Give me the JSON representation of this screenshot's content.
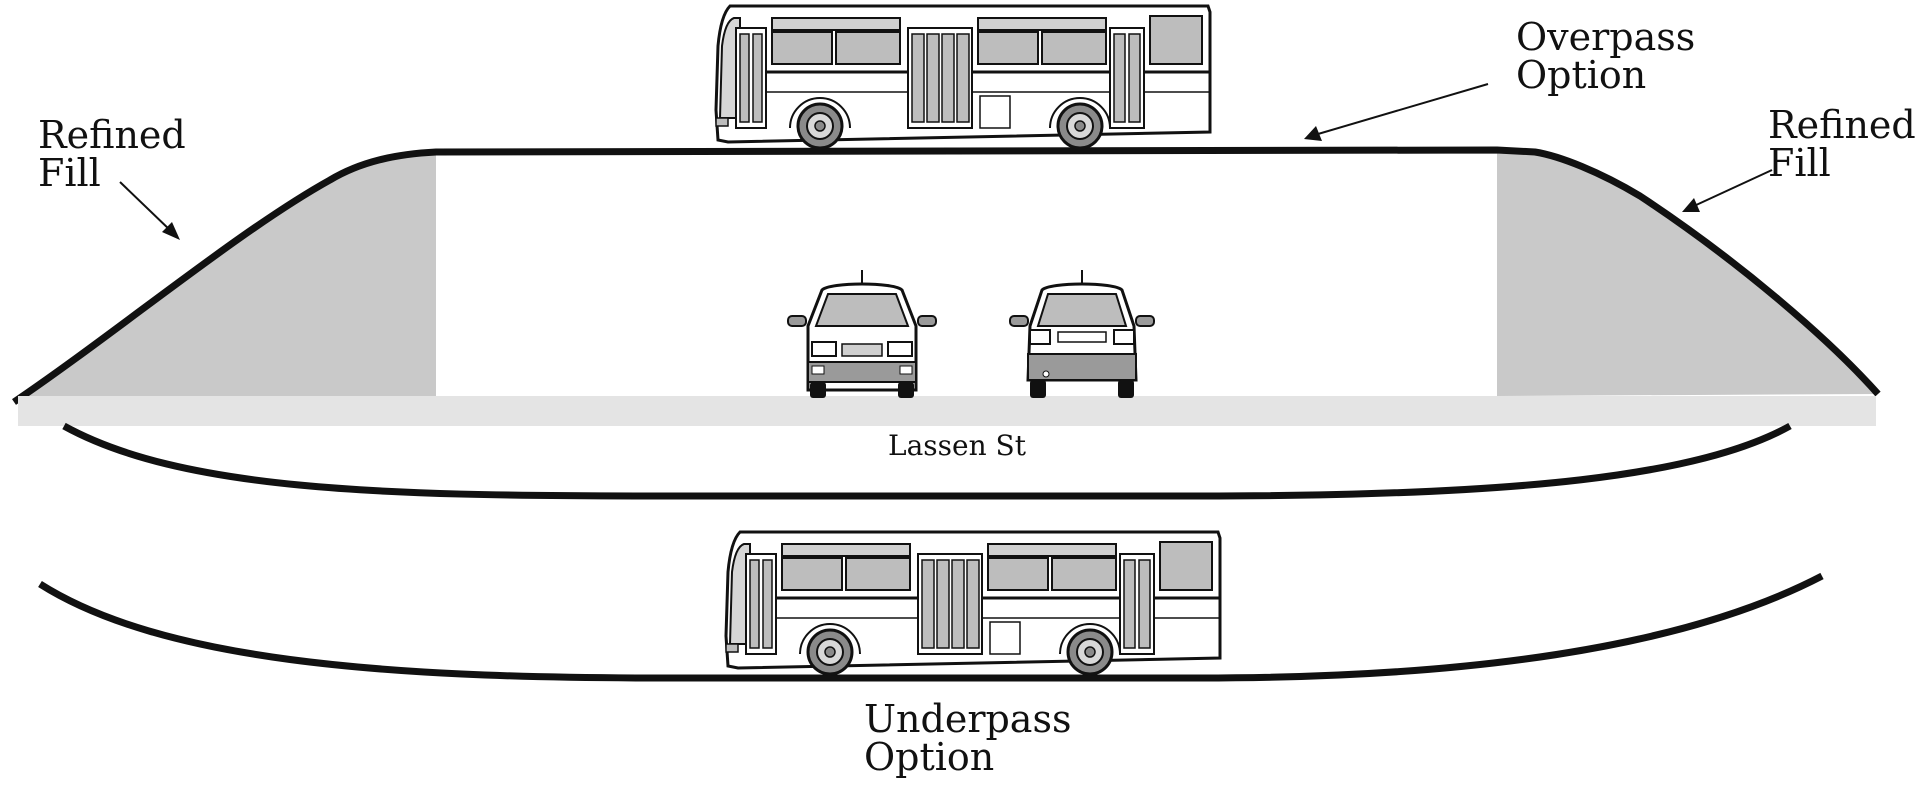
{
  "labels": {
    "refined_fill_left": [
      "Refined",
      "Fill"
    ],
    "refined_fill_right": [
      "Refined",
      "Fill"
    ],
    "overpass": [
      "Overpass",
      "Option"
    ],
    "underpass": [
      "Underpass",
      "Option"
    ],
    "street": "Lassen St"
  },
  "colors": {
    "line": "#111111",
    "fill_embankment": "#c9c9c9",
    "roadway": "#e4e4e4",
    "window": "#bdbdbd",
    "wheel": "#8a8a8a",
    "background": "#ffffff"
  },
  "icons": [
    "bus-icon",
    "car-front-icon",
    "car-rear-icon",
    "wheel-icon"
  ]
}
